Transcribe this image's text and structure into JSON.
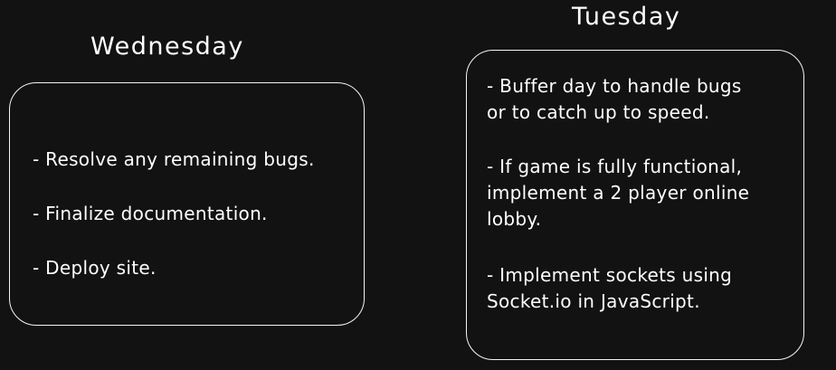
{
  "wednesday": {
    "title": "Wednesday",
    "items": [
      "- Resolve any remaining bugs.",
      "- Finalize documentation.",
      "- Deploy site."
    ]
  },
  "tuesday": {
    "title": "Tuesday",
    "items": [
      {
        "lines": [
          "- Buffer day to handle bugs",
          "or to catch up to speed."
        ]
      },
      {
        "lines": [
          "- If game is fully functional,",
          "implement a 2 player online",
          "lobby."
        ]
      },
      {
        "lines": [
          "- Implement sockets using",
          "Socket.io in JavaScript."
        ]
      }
    ]
  }
}
